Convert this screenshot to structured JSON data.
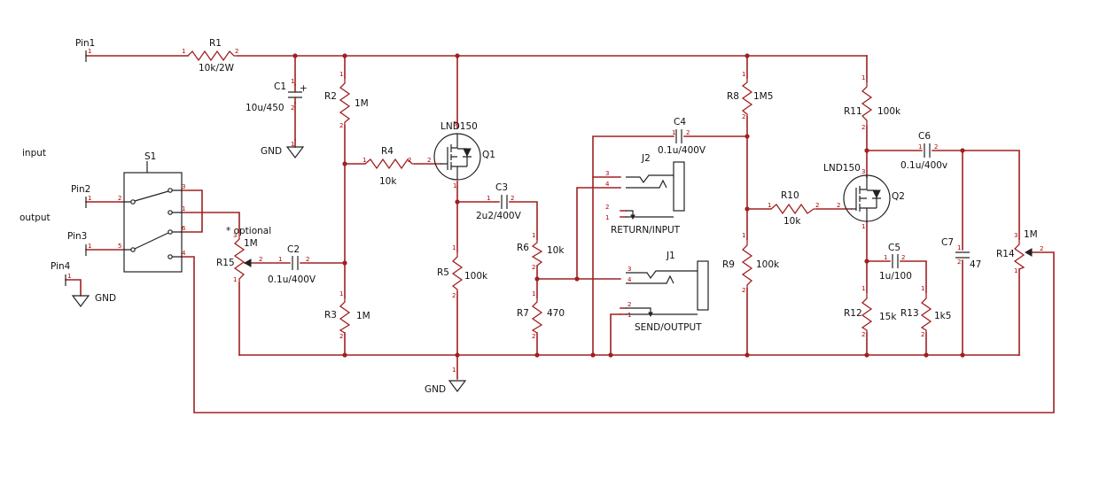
{
  "connectors": {
    "pin1": "Pin1",
    "pin2": "Pin2",
    "pin3": "Pin3",
    "pin4": "Pin4"
  },
  "io_labels": {
    "input": "input",
    "output": "output"
  },
  "gnd": "GND",
  "switch": {
    "ref": "S1"
  },
  "resistors": {
    "r1": {
      "ref": "R1",
      "value": "10k/2W"
    },
    "r2": {
      "ref": "R2",
      "value": "1M"
    },
    "r3": {
      "ref": "R3",
      "value": "1M"
    },
    "r4": {
      "ref": "R4",
      "value": "10k"
    },
    "r5": {
      "ref": "R5",
      "value": "100k"
    },
    "r6": {
      "ref": "R6",
      "value": "10k"
    },
    "r7": {
      "ref": "R7",
      "value": "470"
    },
    "r8": {
      "ref": "R8",
      "value": "1M5"
    },
    "r9": {
      "ref": "R9",
      "value": "100k"
    },
    "r10": {
      "ref": "R10",
      "value": "10k"
    },
    "r11": {
      "ref": "R11",
      "value": "100k"
    },
    "r12": {
      "ref": "R12",
      "value": "15k"
    },
    "r13": {
      "ref": "R13",
      "value": "1k5"
    }
  },
  "pots": {
    "r14": {
      "ref": "R14",
      "value": "1M"
    },
    "r15": {
      "ref": "R15",
      "value": "1M",
      "note": "* optional"
    }
  },
  "capacitors": {
    "c1": {
      "ref": "C1",
      "value": "10u/450",
      "plus": "+"
    },
    "c2": {
      "ref": "C2",
      "value": "0.1u/400V"
    },
    "c3": {
      "ref": "C3",
      "value": "2u2/400V"
    },
    "c4": {
      "ref": "C4",
      "value": "0.1u/400V"
    },
    "c5": {
      "ref": "C5",
      "value": "1u/100"
    },
    "c6": {
      "ref": "C6",
      "value": "0.1u/400v"
    },
    "c7": {
      "ref": "C7",
      "value": "47"
    }
  },
  "transistors": {
    "q1": {
      "ref": "Q1",
      "part": "LND150"
    },
    "q2": {
      "ref": "Q2",
      "part": "LND150"
    }
  },
  "jacks": {
    "j1": {
      "ref": "J1",
      "label": "SEND/OUTPUT"
    },
    "j2": {
      "ref": "J2",
      "label": "RETURN/INPUT"
    }
  }
}
